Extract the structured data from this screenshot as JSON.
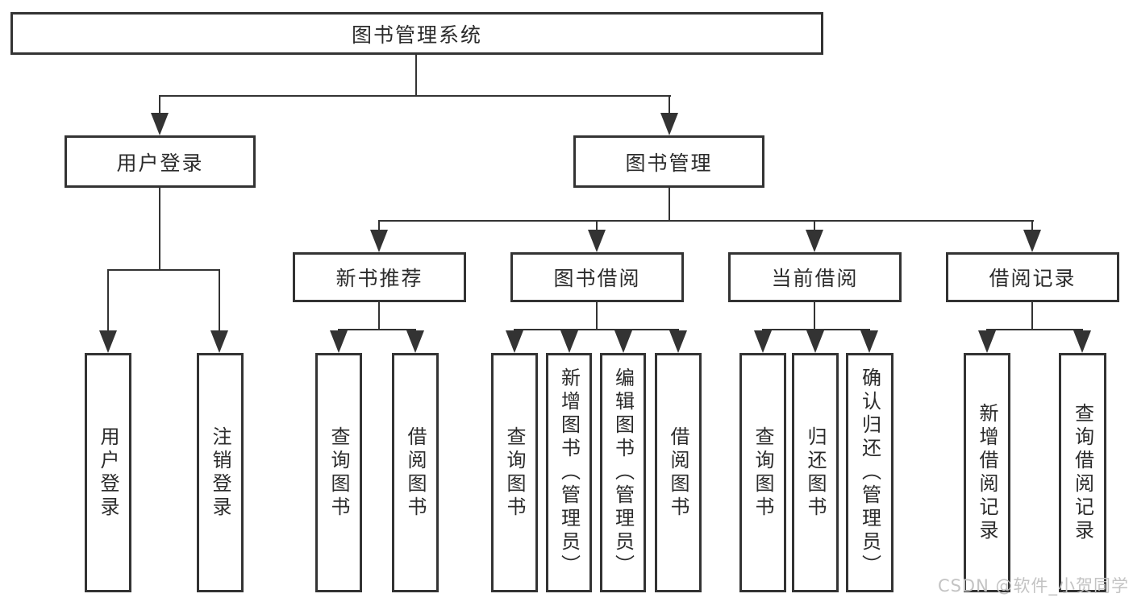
{
  "diagram": {
    "root": {
      "label": "图书管理系统"
    },
    "level2": {
      "user_login": {
        "label": "用户登录"
      },
      "book_mgmt": {
        "label": "图书管理"
      }
    },
    "level3": {
      "new_books": {
        "label": "新书推荐"
      },
      "book_borrow": {
        "label": "图书借阅"
      },
      "current_borrow": {
        "label": "当前借阅"
      },
      "borrow_records": {
        "label": "借阅记录"
      }
    },
    "leaves": {
      "ul_login": "用户登录",
      "ul_logout": "注销登录",
      "nb_query": "查询图书",
      "nb_borrow": "借阅图书",
      "bb_query": "查询图书",
      "bb_add": "新增图书（管理员）",
      "bb_edit": "编辑图书（管理员）",
      "bb_borrow": "借阅图书",
      "cb_query": "查询图书",
      "cb_return": "归还图书",
      "cb_confirm": "确认归还（管理员）",
      "br_add": "新增借阅记录",
      "br_query": "查询借阅记录"
    }
  },
  "watermark": "CSDN @软件_小贺同学",
  "colors": {
    "line": "#333333",
    "box_border": "#333333",
    "box_fill": "#ffffff",
    "text": "#2b2b2b",
    "watermark": "#c3c3c3"
  }
}
